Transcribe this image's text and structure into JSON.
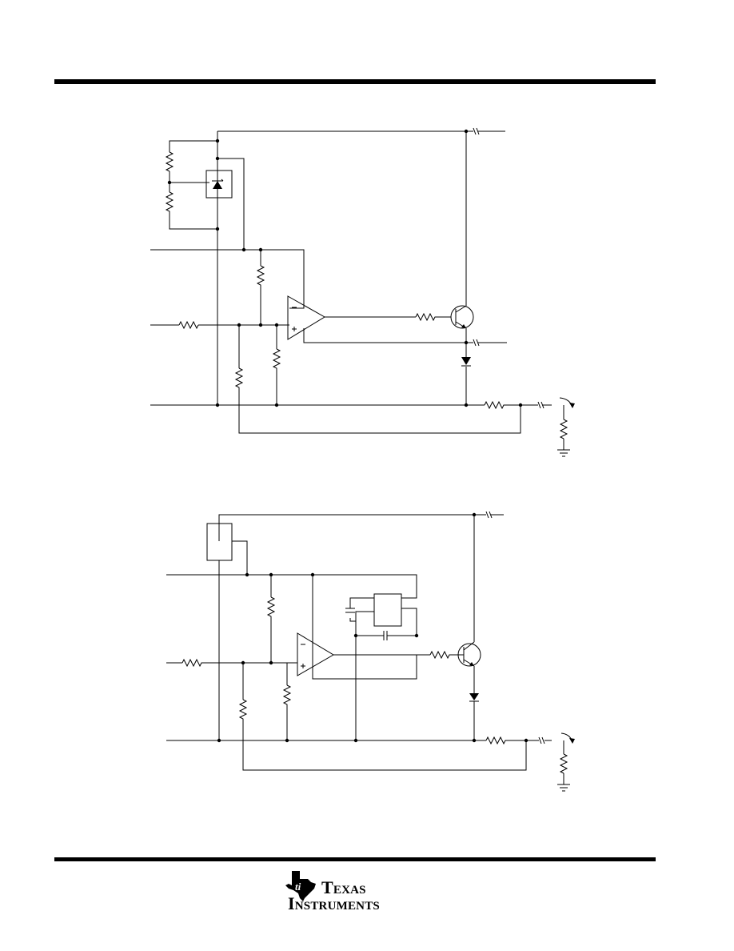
{
  "figures": [
    {
      "id": "figure-1",
      "labels": []
    },
    {
      "id": "figure-2",
      "labels": []
    }
  ],
  "logo": {
    "name": "texas-instruments-logo",
    "line1": "Texas",
    "line2": "Instruments",
    "brand_color": "#000000"
  }
}
